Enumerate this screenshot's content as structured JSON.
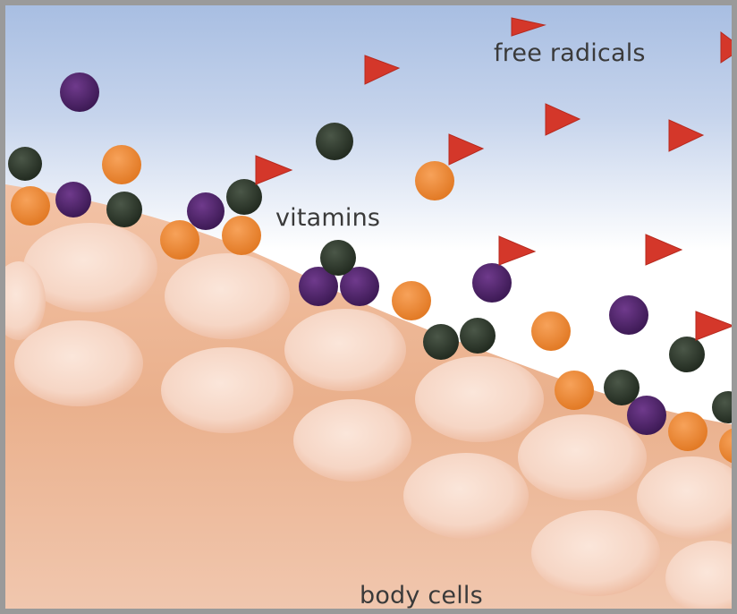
{
  "labels": {
    "free_radicals": "free radicals",
    "vitamins": "vitamins",
    "body_cells": "body cells"
  },
  "colors": {
    "free_radical": "#d4372a",
    "vitamin_orange": "#e8832e",
    "vitamin_purple": "#4e2367",
    "vitamin_dark": "#2f3a2c",
    "cell": "#f6d4c2",
    "tissue": "#eab08c",
    "sky": "#a9bfe3"
  }
}
